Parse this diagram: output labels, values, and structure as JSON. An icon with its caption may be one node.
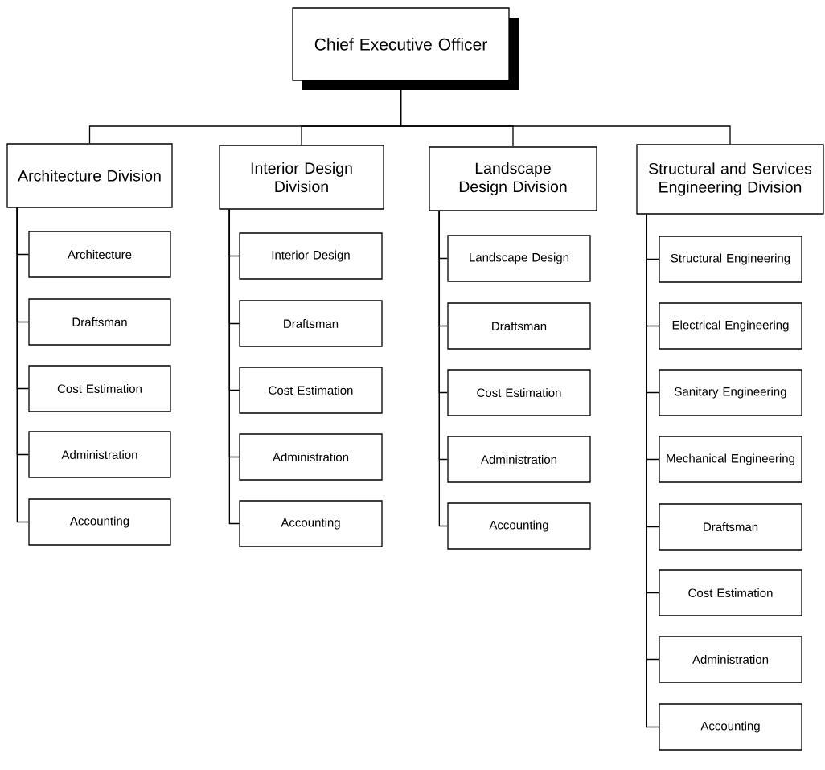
{
  "diagram": {
    "nodes": [
      {
        "text": [
          "Chief Executive Officer"
        ]
      },
      {
        "text": [
          "Architecture Division"
        ]
      },
      {
        "text": [
          "Architecture"
        ]
      },
      {
        "text": [
          "Draftsman"
        ]
      },
      {
        "text": [
          "Cost Estimation"
        ]
      },
      {
        "text": [
          "Administration"
        ]
      },
      {
        "text": [
          "Accounting"
        ]
      },
      {
        "text": [
          "Interior Design Division"
        ]
      },
      {
        "text": [
          "Interior Design"
        ]
      },
      {
        "text": [
          "Draftsman"
        ]
      },
      {
        "text": [
          "Cost Estimation"
        ]
      },
      {
        "text": [
          "Administration"
        ]
      },
      {
        "text": [
          "Accounting"
        ]
      },
      {
        "text": [
          "Landscape Design Division"
        ]
      },
      {
        "text": [
          "Landscape Design"
        ]
      },
      {
        "text": [
          "Draftsman"
        ]
      },
      {
        "text": [
          "Cost Estimation"
        ]
      },
      {
        "text": [
          "Administration"
        ]
      },
      {
        "text": [
          "Accounting"
        ]
      },
      {
        "text": [
          "Structural and Services Engineering Division"
        ]
      },
      {
        "text": [
          "Structural Engineering"
        ]
      },
      {
        "text": [
          "Electrical Engineering"
        ]
      },
      {
        "text": [
          "Sanitary Engineering"
        ]
      },
      {
        "text": [
          "Mechanical Engineering"
        ]
      },
      {
        "text": [
          "Draftsman"
        ]
      },
      {
        "text": [
          "Cost Estimation"
        ]
      },
      {
        "text": [
          "Administration"
        ]
      },
      {
        "text": [
          "Accounting"
        ]
      }
    ],
    "edges": [
      {
        "from": 0,
        "to": 1,
        "arrow": "none"
      },
      {
        "from": 0,
        "to": 7,
        "arrow": "none"
      },
      {
        "from": 0,
        "to": 13,
        "arrow": "none"
      },
      {
        "from": 0,
        "to": 19,
        "arrow": "none"
      },
      {
        "from": 1,
        "to": 2,
        "arrow": "none"
      },
      {
        "from": 1,
        "to": 3,
        "arrow": "none"
      },
      {
        "from": 1,
        "to": 4,
        "arrow": "none"
      },
      {
        "from": 1,
        "to": 5,
        "arrow": "none"
      },
      {
        "from": 1,
        "to": 6,
        "arrow": "none"
      },
      {
        "from": 7,
        "to": 8,
        "arrow": "none"
      },
      {
        "from": 7,
        "to": 9,
        "arrow": "none"
      },
      {
        "from": 7,
        "to": 10,
        "arrow": "none"
      },
      {
        "from": 7,
        "to": 11,
        "arrow": "none"
      },
      {
        "from": 7,
        "to": 12,
        "arrow": "none"
      },
      {
        "from": 13,
        "to": 14,
        "arrow": "none"
      },
      {
        "from": 13,
        "to": 15,
        "arrow": "none"
      },
      {
        "from": 13,
        "to": 16,
        "arrow": "none"
      },
      {
        "from": 13,
        "to": 17,
        "arrow": "none"
      },
      {
        "from": 13,
        "to": 18,
        "arrow": "none"
      },
      {
        "from": 19,
        "to": 20,
        "arrow": "none"
      },
      {
        "from": 19,
        "to": 21,
        "arrow": "none"
      },
      {
        "from": 19,
        "to": 22,
        "arrow": "none"
      },
      {
        "from": 19,
        "to": 23,
        "arrow": "none"
      },
      {
        "from": 19,
        "to": 24,
        "arrow": "none"
      },
      {
        "from": 19,
        "to": 25,
        "arrow": "none"
      },
      {
        "from": 19,
        "to": 26,
        "arrow": "none"
      },
      {
        "from": 19,
        "to": 27,
        "arrow": "none"
      }
    ]
  }
}
